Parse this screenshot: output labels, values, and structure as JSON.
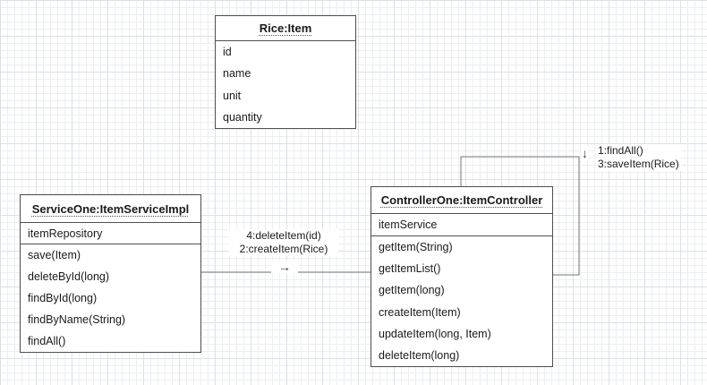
{
  "colors": {
    "box_border": "#4f4f4f",
    "connector": "#767676",
    "grid_minor": "#eceef0",
    "grid_major": "#dde1e4",
    "text": "#1a1a1a",
    "background": "#ffffff"
  },
  "boxes": [
    {
      "title": "Rice:Item",
      "attributes": [
        "id",
        "name",
        "unit",
        "quantity"
      ],
      "methods": []
    },
    {
      "title": "ServiceOne:ItemServiceImpl",
      "attributes": [
        "itemRepository"
      ],
      "methods": [
        "save(Item)",
        "deleteById(long)",
        "findById(long)",
        "findByName(String)",
        "findAll()"
      ]
    },
    {
      "title": "ControllerOne:ItemController",
      "attributes": [
        "itemService"
      ],
      "methods": [
        "getItem(String)",
        "getItemList()",
        "getItem(long)",
        "createItem(Item)",
        "updateItem(long, Item)",
        "deleteItem(long)"
      ]
    }
  ],
  "connectors": {
    "service_controller": {
      "labels": [
        "4:deleteItem(id)",
        "2:createItem(Rice)"
      ],
      "direction_arrow": "→"
    },
    "controller_self": {
      "labels": [
        "1:findAll()",
        "3:saveItem(Rice)"
      ],
      "direction_arrow": "↓"
    }
  }
}
